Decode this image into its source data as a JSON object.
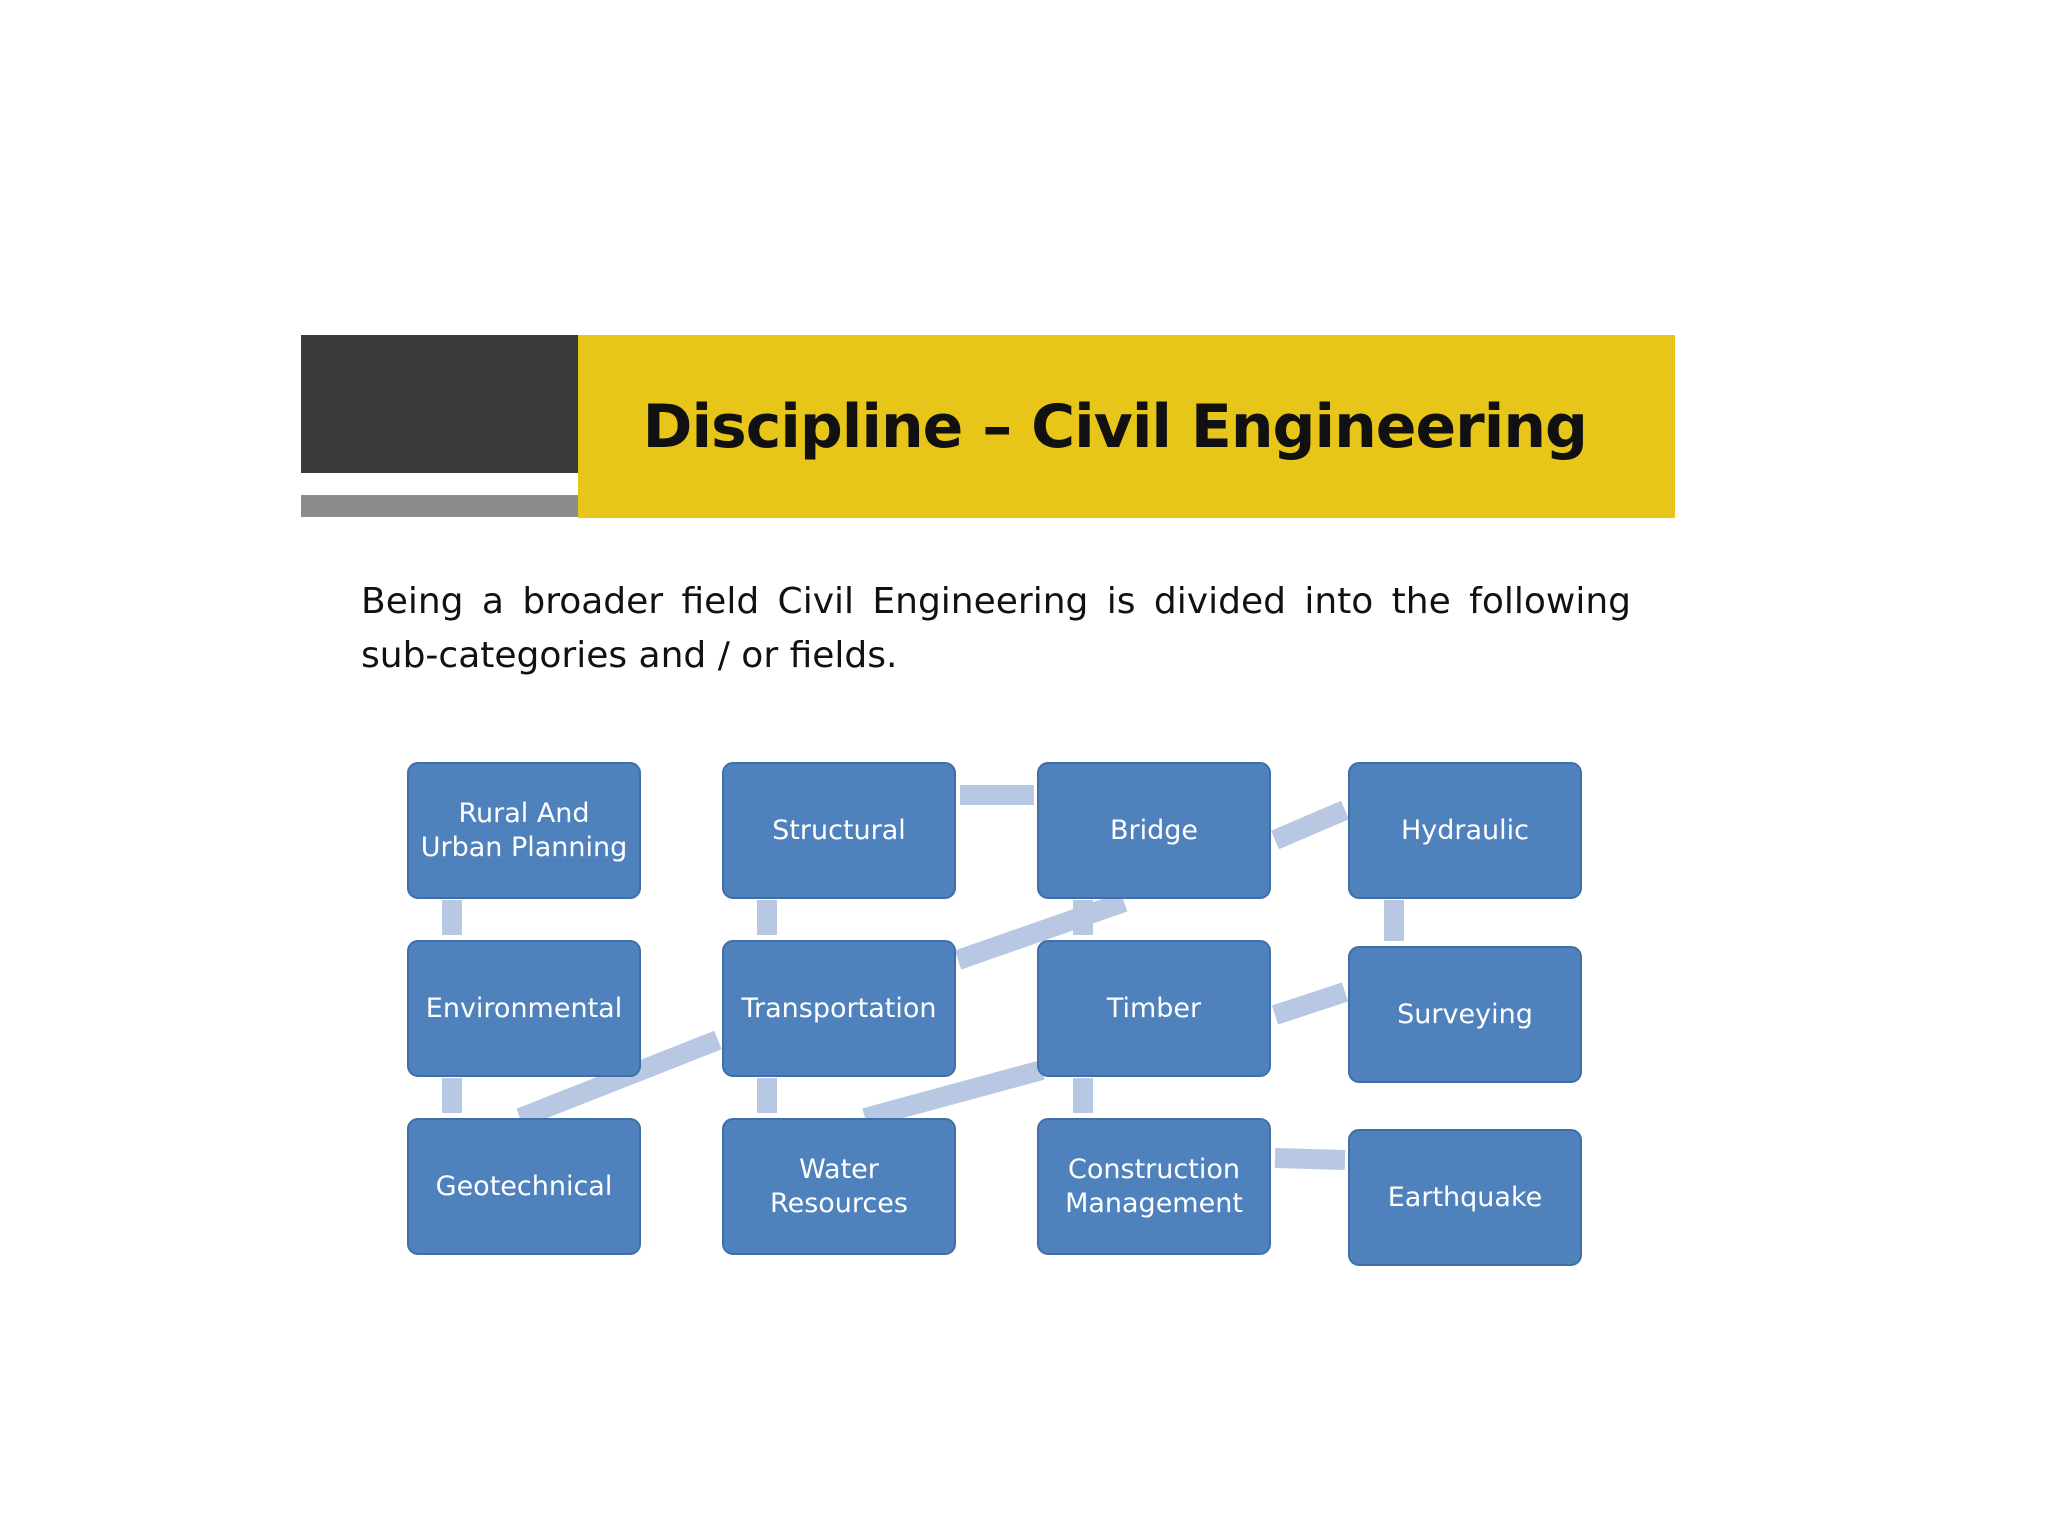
{
  "slide": {
    "title": "Discipline – Civil Engineering",
    "intro": "Being a broader field Civil Engineering is divided  into the following sub-categories and / or fields."
  },
  "colors": {
    "header_dark": "#3b3b3b",
    "header_grey": "#8c8c8c",
    "header_yellow": "#e8c619",
    "box_fill": "#4f81bd",
    "box_stroke": "#3f6fa6",
    "connector": "#b8c7e2"
  },
  "fields": [
    {
      "id": "rural",
      "label": [
        "Rural And",
        "Urban Planning"
      ]
    },
    {
      "id": "environmental",
      "label": [
        "Environmental"
      ]
    },
    {
      "id": "geotechnical",
      "label": [
        "Geotechnical"
      ]
    },
    {
      "id": "structural",
      "label": [
        "Structural"
      ]
    },
    {
      "id": "transportation",
      "label": [
        "Transportation"
      ]
    },
    {
      "id": "water",
      "label": [
        "Water",
        "Resources"
      ]
    },
    {
      "id": "bridge",
      "label": [
        "Bridge"
      ]
    },
    {
      "id": "timber",
      "label": [
        "Timber"
      ]
    },
    {
      "id": "construction",
      "label": [
        "Construction",
        "Management"
      ]
    },
    {
      "id": "hydraulic",
      "label": [
        "Hydraulic"
      ]
    },
    {
      "id": "surveying",
      "label": [
        "Surveying"
      ]
    },
    {
      "id": "earthquake",
      "label": [
        "Earthquake"
      ]
    }
  ],
  "connections": [
    [
      "rural",
      "environmental"
    ],
    [
      "environmental",
      "geotechnical"
    ],
    [
      "geotechnical",
      "transportation"
    ],
    [
      "structural",
      "transportation"
    ],
    [
      "transportation",
      "water"
    ],
    [
      "structural",
      "bridge"
    ],
    [
      "transportation",
      "bridge"
    ],
    [
      "water",
      "timber"
    ],
    [
      "bridge",
      "timber"
    ],
    [
      "timber",
      "construction"
    ],
    [
      "bridge",
      "hydraulic"
    ],
    [
      "hydraulic",
      "surveying"
    ],
    [
      "timber",
      "surveying"
    ],
    [
      "construction",
      "earthquake"
    ]
  ]
}
